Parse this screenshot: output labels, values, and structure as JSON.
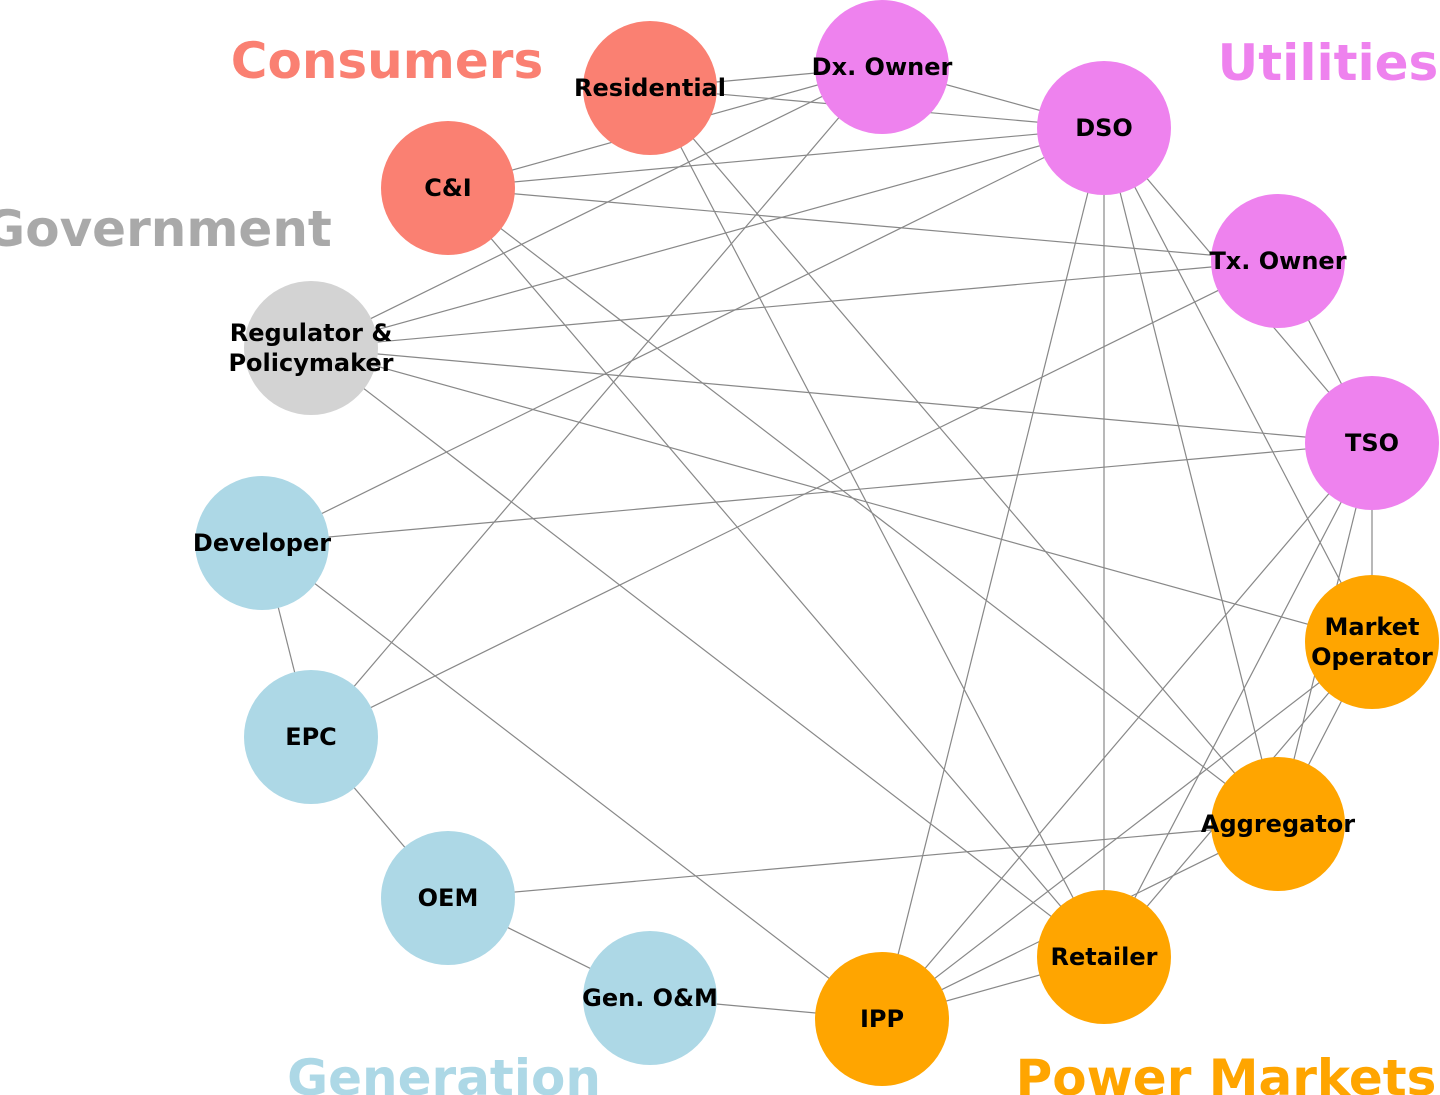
{
  "groups": {
    "consumers": {
      "label": "Consumers",
      "color": "#fa8072"
    },
    "utilities": {
      "label": "Utilities",
      "color": "#ee82ee"
    },
    "government": {
      "label": "Government",
      "color": "#a9a9a9"
    },
    "generation": {
      "label": "Generation",
      "color": "#add8e6"
    },
    "markets": {
      "label": "Power Markets",
      "color": "#ffa500"
    }
  },
  "node_colors": {
    "consumers": "#fa8072",
    "utilities": "#ee82ee",
    "government": "#d3d3d3",
    "generation": "#add8e6",
    "markets": "#ffa500"
  },
  "nodes": [
    {
      "id": "residential",
      "group": "consumers",
      "lines": [
        "Residential"
      ]
    },
    {
      "id": "ci",
      "group": "consumers",
      "lines": [
        "C&I"
      ]
    },
    {
      "id": "dxowner",
      "group": "utilities",
      "lines": [
        "Dx. Owner"
      ]
    },
    {
      "id": "dso",
      "group": "utilities",
      "lines": [
        "DSO"
      ]
    },
    {
      "id": "txowner",
      "group": "utilities",
      "lines": [
        "Tx. Owner"
      ]
    },
    {
      "id": "tso",
      "group": "utilities",
      "lines": [
        "TSO"
      ]
    },
    {
      "id": "regulator",
      "group": "government",
      "lines": [
        "Regulator &",
        "Policymaker"
      ]
    },
    {
      "id": "developer",
      "group": "generation",
      "lines": [
        "Developer"
      ]
    },
    {
      "id": "epc",
      "group": "generation",
      "lines": [
        "EPC"
      ]
    },
    {
      "id": "oem",
      "group": "generation",
      "lines": [
        "OEM"
      ]
    },
    {
      "id": "genom",
      "group": "generation",
      "lines": [
        "Gen. O&M"
      ]
    },
    {
      "id": "ipp",
      "group": "markets",
      "lines": [
        "IPP"
      ]
    },
    {
      "id": "retailer",
      "group": "markets",
      "lines": [
        "Retailer"
      ]
    },
    {
      "id": "aggregator",
      "group": "markets",
      "lines": [
        "Aggregator"
      ]
    },
    {
      "id": "marketop",
      "group": "markets",
      "lines": [
        "Market",
        "Operator"
      ]
    }
  ],
  "edges": [
    [
      "residential",
      "dxowner"
    ],
    [
      "residential",
      "dso"
    ],
    [
      "residential",
      "retailer"
    ],
    [
      "residential",
      "aggregator"
    ],
    [
      "ci",
      "dxowner"
    ],
    [
      "ci",
      "dso"
    ],
    [
      "ci",
      "txowner"
    ],
    [
      "ci",
      "retailer"
    ],
    [
      "ci",
      "aggregator"
    ],
    [
      "dxowner",
      "dso"
    ],
    [
      "dxowner",
      "regulator"
    ],
    [
      "dxowner",
      "epc"
    ],
    [
      "dso",
      "regulator"
    ],
    [
      "dso",
      "developer"
    ],
    [
      "dso",
      "ipp"
    ],
    [
      "dso",
      "retailer"
    ],
    [
      "dso",
      "aggregator"
    ],
    [
      "dso",
      "marketop"
    ],
    [
      "dso",
      "tso"
    ],
    [
      "txowner",
      "regulator"
    ],
    [
      "txowner",
      "epc"
    ],
    [
      "txowner",
      "tso"
    ],
    [
      "tso",
      "regulator"
    ],
    [
      "tso",
      "developer"
    ],
    [
      "tso",
      "ipp"
    ],
    [
      "tso",
      "retailer"
    ],
    [
      "tso",
      "aggregator"
    ],
    [
      "tso",
      "marketop"
    ],
    [
      "regulator",
      "marketop"
    ],
    [
      "regulator",
      "retailer"
    ],
    [
      "developer",
      "epc"
    ],
    [
      "developer",
      "ipp"
    ],
    [
      "epc",
      "oem"
    ],
    [
      "oem",
      "genom"
    ],
    [
      "oem",
      "aggregator"
    ],
    [
      "genom",
      "ipp"
    ],
    [
      "ipp",
      "retailer"
    ],
    [
      "ipp",
      "marketop"
    ],
    [
      "ipp",
      "aggregator"
    ],
    [
      "retailer",
      "marketop"
    ],
    [
      "aggregator",
      "marketop"
    ]
  ]
}
